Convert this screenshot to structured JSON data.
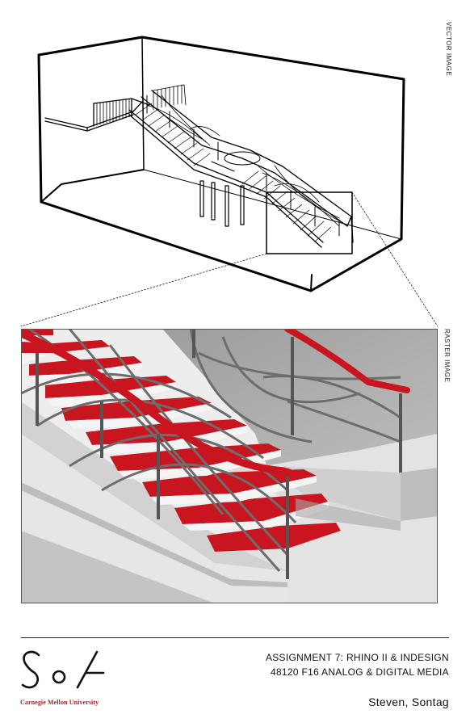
{
  "labels": {
    "vector": "VECTOR IMAGE",
    "raster": "RASTER IMAGE"
  },
  "footer": {
    "assignment_title": "ASSIGNMENT 7: RHINO II & INDESIGN",
    "course_title": "48120 F16 ANALOG & DIGITAL MEDIA",
    "author": "Steven, Sontag",
    "university": "Carnegie Mellon University"
  },
  "colors": {
    "accent_red": "#c8151f",
    "logo_red": "#b11b25",
    "wall_gray": "#d9d9d9",
    "shadow_gray": "#a9a9a9"
  }
}
